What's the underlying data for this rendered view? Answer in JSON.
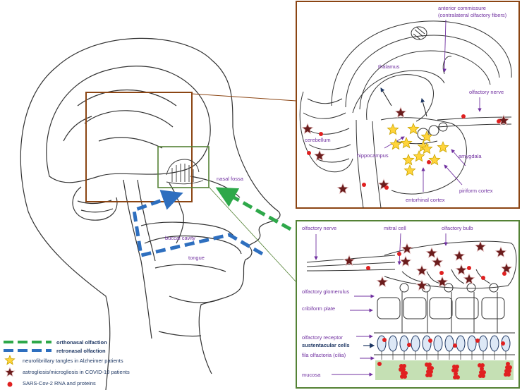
{
  "labels": {
    "anterior_commissure_1": "anterior commissure",
    "anterior_commissure_2": "(contralateral olfactory fibers)",
    "thalamus": "thalamus",
    "olfactory_nerve_top": "olfactory nerve",
    "cerebellum": "cerebellum",
    "hippocampus": "hippocampus",
    "amygdala": "amygdala",
    "piriform_cortex": "piriform cortex",
    "entorhinal_cortex": "entorhinal cortex",
    "nasal_fossa": "nasal fossa",
    "buccal_cavity": "buccal cavity",
    "tongue": "tongue",
    "olfactory_nerve_bottom": "olfactory nerve",
    "mitral_cell": "mitral cell",
    "olfactory_bulb": "olfactory bulb",
    "olfactory_glomerulus": "olfactory glomerulus",
    "cribiform_plate": "cribiform plate",
    "olfactory_receptor": "olfactory receptor",
    "sustentacular_cells": "sustentacular cells",
    "fila_olfactoria": "fila olfactoria (cilia)",
    "mucosa": "mucosa"
  },
  "legend": {
    "orthonasal": "orthonasal olfaction",
    "retronasal": "retronasal olfaction",
    "neurofibrillary": "neurofibrillary tangles in Alzheimer patients",
    "astrogliosis": "astrogliosis/microgliosis in COVID-19 patients",
    "sars": "SARS-Cov-2 RNA and proteins"
  },
  "colors": {
    "brown_frame": "#8b4513",
    "green_frame": "#548235",
    "ortho": "#2ea84a",
    "retro": "#2e6fbf",
    "star_yellow": "#ffd43b",
    "star_dark": "#6b1c1c",
    "red_dot": "#e02020",
    "mucosa_fill": "#c5e0b4",
    "label_purple": "#7030a0"
  }
}
